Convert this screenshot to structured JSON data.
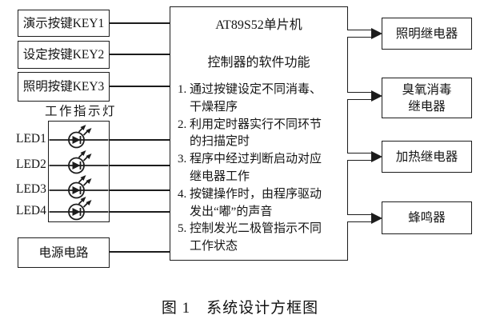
{
  "colors": {
    "ink": "#1c1c1c",
    "background": "#ffffff"
  },
  "icons": {
    "led_symbol": "led-diode-icon",
    "output_connector": "hollow-right-arrow-icon"
  },
  "inputs": [
    {
      "label": "演示按键KEY1"
    },
    {
      "label": "设定按键KEY2"
    },
    {
      "label": "照明按键KEY3"
    }
  ],
  "indicator_panel": {
    "title": "工作指示灯",
    "led_labels": [
      "LED1",
      "LED2",
      "LED3",
      "LED4"
    ]
  },
  "power_box": {
    "label": "电源电路"
  },
  "controller_box": {
    "title": "AT89S52单片机",
    "subtitle": "控制器的软件功能",
    "functions": [
      {
        "l1": "1. 通过按键设定不同消毒、",
        "l2": "干燥程序"
      },
      {
        "l1": "2. 利用定时器实行不同环节",
        "l2": "的扫描定时"
      },
      {
        "l1": "3. 程序中经过判断启动对应",
        "l2": "继电器工作"
      },
      {
        "l1": "4. 按键操作时，由程序驱动",
        "l2": "发出“嘟”的声音"
      },
      {
        "l1": "5. 控制发光二极管指示不同",
        "l2": "工作状态"
      }
    ]
  },
  "outputs": [
    {
      "l1": "照明继电器"
    },
    {
      "l1": "臭氧消毒",
      "l2": "继电器"
    },
    {
      "l1": "加热继电器"
    },
    {
      "l1": "蜂鸣器"
    }
  ],
  "caption": "图 1　系统设计方框图"
}
